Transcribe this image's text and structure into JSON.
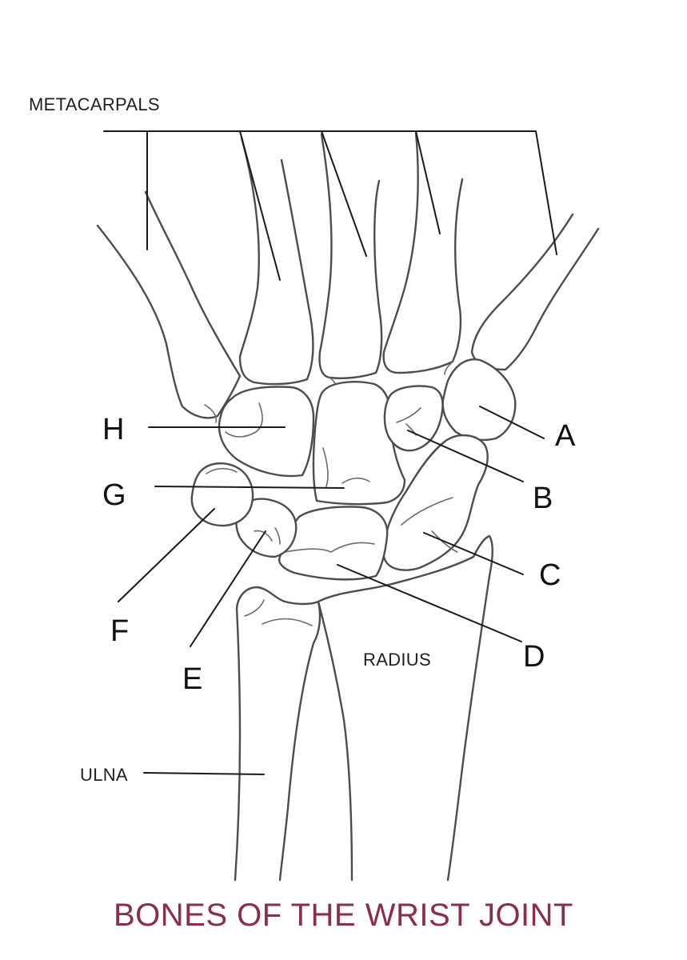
{
  "labels": {
    "metacarpals": "METACARPALS",
    "radius": "RADIUS",
    "ulna": "ULNA"
  },
  "letters": {
    "a": "A",
    "b": "B",
    "c": "C",
    "d": "D",
    "e": "E",
    "f": "F",
    "g": "G",
    "h": "H"
  },
  "title": "BONES OF THE WRIST JOINT",
  "colors": {
    "title": "#8b2e4b",
    "outline": "#4d4d4d",
    "leader": "#1a1a1a"
  }
}
